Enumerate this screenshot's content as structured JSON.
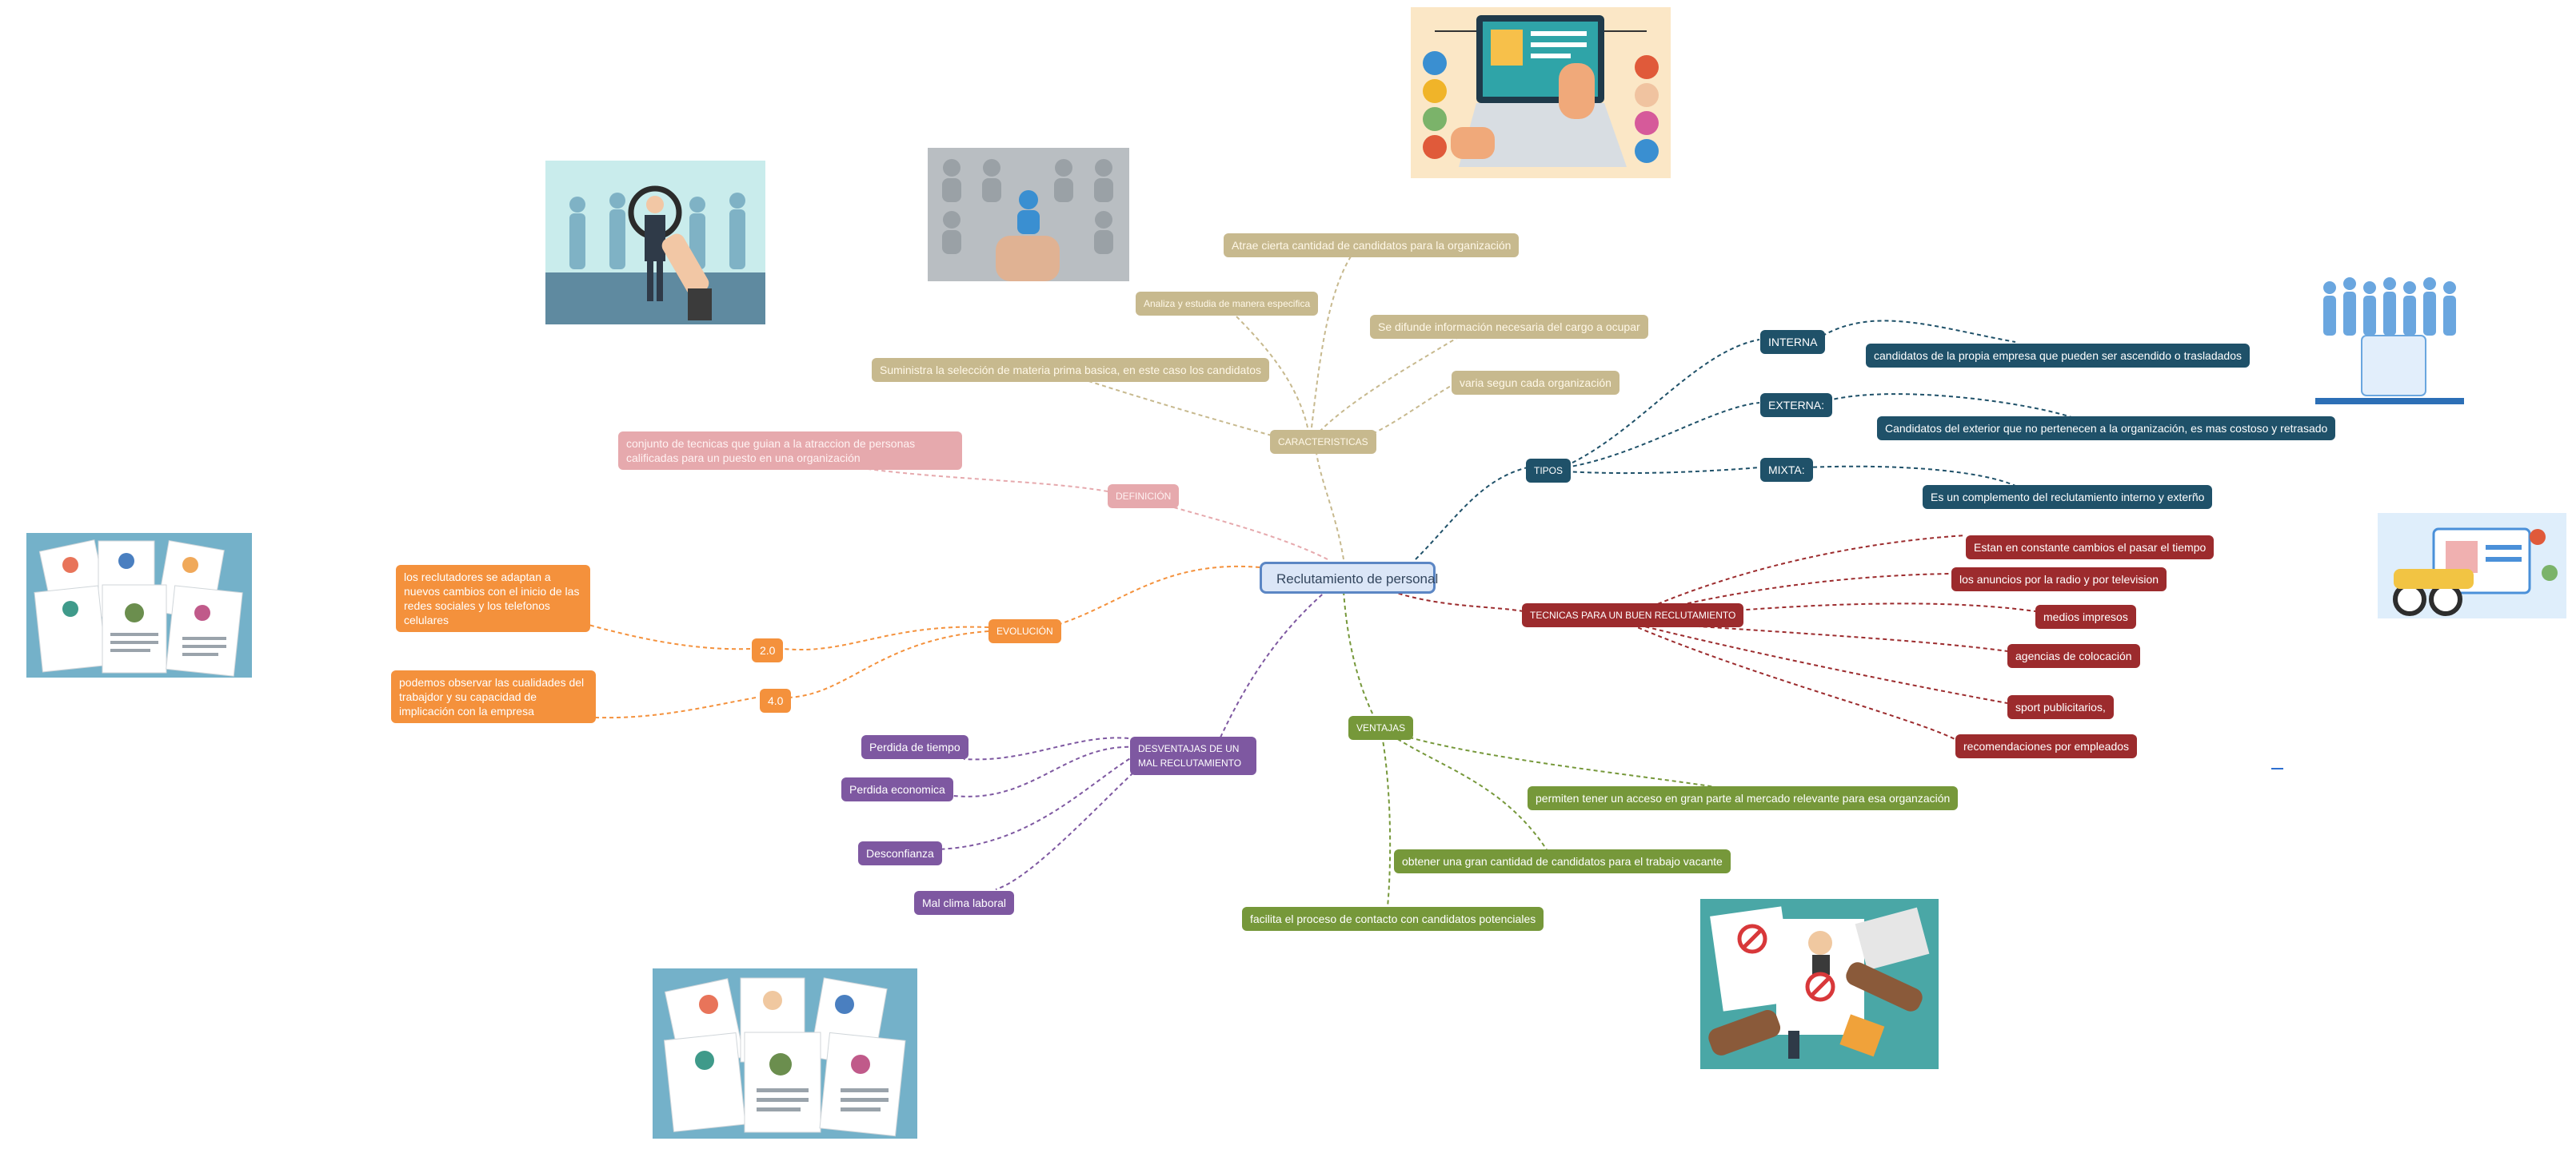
{
  "central": "Reclutamiento de personal",
  "caracteristicas": {
    "label": "CARACTERISTICAS",
    "items": [
      "Atrae cierta cantidad de candidatos para la organización",
      "Analiza y estudia de manera especifica",
      "Se difunde información necesaria del cargo a ocupar",
      "Suministra la selección de materia prima basica, en este caso los candidatos",
      "varia segun cada organización"
    ]
  },
  "definicion": {
    "label": "DEFINICIÓN",
    "text": "conjunto de tecnicas que guian a la atraccion de personas calificadas para un puesto en una organización"
  },
  "evolucion": {
    "label": "EVOLUCIÓN",
    "v20": "2.0",
    "v20_text": "los reclutadores se adaptan a nuevos cambios con el inicio de las redes sociales y los telefonos celulares",
    "v40": "4.0",
    "v40_text": "podemos observar las cualidades del trabajdor y su capacidad de implicación con la empresa"
  },
  "desventajas": {
    "label": "DESVENTAJAS DE UN MAL RECLUTAMIENTO",
    "items": [
      "Perdida de tiempo",
      "Perdida economica",
      "Desconfianza",
      "Mal clima laboral"
    ]
  },
  "ventajas": {
    "label": "VENTAJAS",
    "items": [
      "permiten tener un acceso en gran parte al mercado relevante para esa organzación",
      "obtener una gran cantidad de candidatos para el trabajo vacante",
      "facilita el proceso de contacto con candidatos potenciales"
    ]
  },
  "tipos": {
    "label": "TIPOS",
    "interna": "INTERNA",
    "interna_text": "candidatos de la propia empresa que pueden ser ascendido o trasladados",
    "externa": "EXTERNA:",
    "externa_text": "Candidatos del exterior que no pertenecen a la organización, es mas costoso y retrasado",
    "mixta": "MIXTA:",
    "mixta_text": "Es un complemento del reclutamiento interno y exterño"
  },
  "tecnicas": {
    "label": "TECNICAS PARA UN BUEN RECLUTAMIENTO",
    "items": [
      "Estan en constante cambios el pasar el tiempo",
      "los anuncios por la radio y por television",
      "medios impresos",
      "agencias de colocación",
      "sport publicitarios,",
      "recomendaciones por empleados"
    ]
  },
  "colors": {
    "central": "#5b86c4",
    "caracteristicas": "#c7b98e",
    "definicion": "#e6a9ad",
    "evolucion": "#f4913c",
    "desventajas": "#7e58a1",
    "ventajas": "#76983a",
    "tipos": "#1f5169",
    "tecnicas": "#9c2b2d"
  },
  "images": [
    "job-search-magnifier-illustration",
    "puzzle-candidate-photo",
    "laptop-online-recruitment-illustration",
    "team-people-illustration",
    "binoculars-recruitment-illustration",
    "resume-cards-illustration",
    "resume-cards-illustration-bottom",
    "cv-review-desk-illustration"
  ]
}
